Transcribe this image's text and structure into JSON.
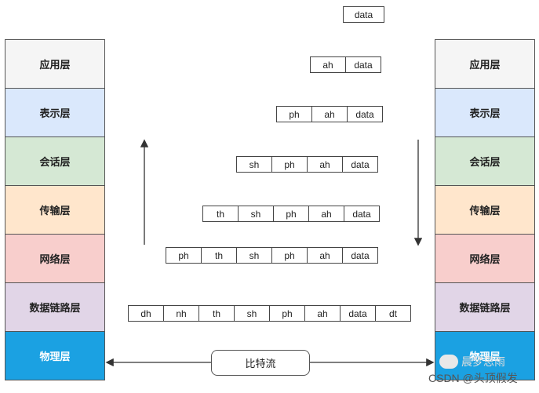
{
  "left_layers": [
    {
      "label": "应用层"
    },
    {
      "label": "表示层"
    },
    {
      "label": "会话层"
    },
    {
      "label": "传输层"
    },
    {
      "label": "网络层"
    },
    {
      "label": "数据链路层"
    },
    {
      "label": "物理层"
    }
  ],
  "right_layers": [
    {
      "label": "应用层"
    },
    {
      "label": "表示层"
    },
    {
      "label": "会话层"
    },
    {
      "label": "传输层"
    },
    {
      "label": "网络层"
    },
    {
      "label": "数据链路层"
    },
    {
      "label": "物理层"
    }
  ],
  "rows": [
    [
      "data"
    ],
    [
      "ah",
      "data"
    ],
    [
      "ph",
      "ah",
      "data"
    ],
    [
      "sh",
      "ph",
      "ah",
      "data"
    ],
    [
      "th",
      "sh",
      "ph",
      "ah",
      "data"
    ],
    [
      "ph",
      "th",
      "sh",
      "ph",
      "ah",
      "data"
    ],
    [
      "dh",
      "nh",
      "th",
      "sh",
      "ph",
      "ah",
      "data",
      "dt"
    ]
  ],
  "bitstream": {
    "label": "比特流"
  },
  "watermark": {
    "logo_text": "晨梦思雨",
    "text": "CSDN @头顶假发"
  }
}
